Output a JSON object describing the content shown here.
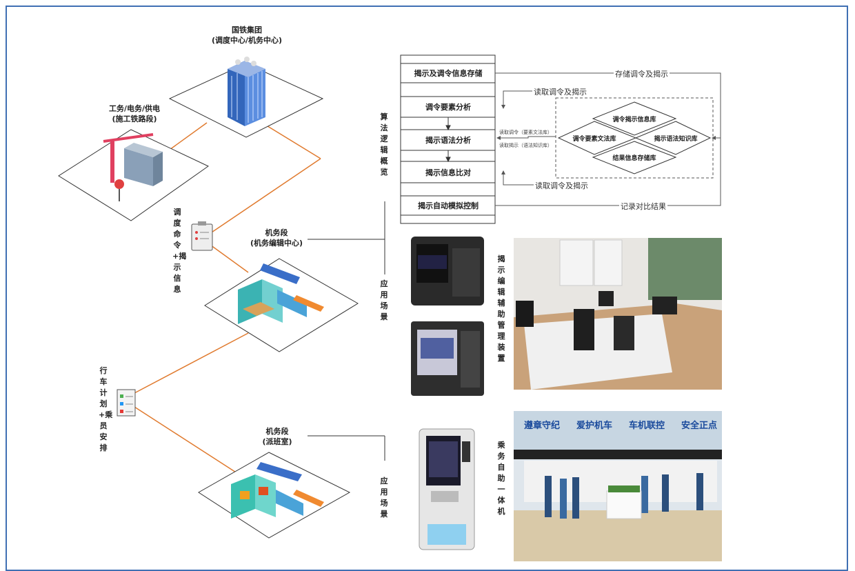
{
  "left": {
    "group_name": "国铁集团",
    "group_sub": "(调度中心/机务中心)",
    "work_name": "工务/电务/供电",
    "work_sub": "(施工铁路段)",
    "dispatch_vertical": "调度命令+揭示信息",
    "depot1_name": "机务段",
    "depot1_sub": "(机务编辑中心)",
    "plan_vertical": "行车计划+乘员安排",
    "depot2_name": "机务段",
    "depot2_sub": "(派班室)"
  },
  "flow": {
    "section_label": "算法逻辑概览",
    "steps": [
      "揭示及调令信息存储",
      "调令要素分析",
      "揭示语法分析",
      "揭示信息比对",
      "揭示自动模拟控制"
    ],
    "edge_labels": {
      "store": "存储调令及揭示",
      "read_top": "读取调令及揭示",
      "read_bottom": "读取调令及揭示",
      "record": "记录对比结果",
      "read_order_small": "读取调令（要素文法库）",
      "read_reveal_small": "读取揭示（语法知识库）"
    },
    "databases": [
      "调令揭示信息库",
      "调令要素文法库",
      "揭示语法知识库",
      "结果信息存储库"
    ]
  },
  "scenes": {
    "scene_label_1": "应用场景",
    "scene_label_2": "应用场景",
    "device1_label": "揭示编辑辅助管理装置",
    "device2_label": "乘务自助一体机",
    "hall_banner": [
      "遵章守纪",
      "爱护机车",
      "车机联控",
      "安全正点"
    ]
  },
  "colors": {
    "frame": "#3f6fb3",
    "link": "#e07a2e",
    "building": "#4a7fd4"
  }
}
